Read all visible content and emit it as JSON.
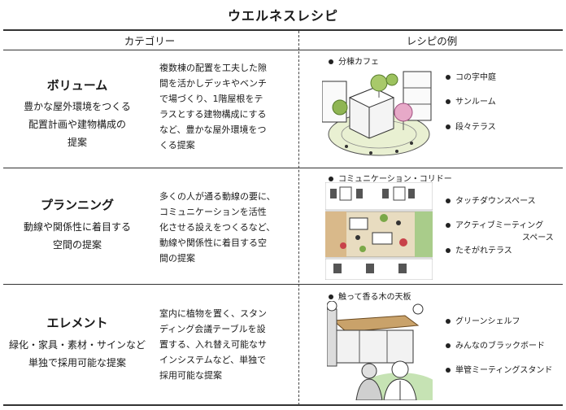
{
  "title": "ウエルネスレシピ",
  "header": {
    "category": "カテゴリー",
    "recipe": "レシピの例"
  },
  "rows": [
    {
      "name": "ボリューム",
      "desc": [
        "豊かな屋外環境をつくる",
        "配置計画や建物構成の",
        "提案"
      ],
      "text": [
        "複数棟の配置を工夫した隙",
        "間を活かしデッキやベンチ",
        "で場づくり、1階屋根をテ",
        "ラスとする建物構成にする",
        "など、豊かな屋外環境をつ",
        "くる提案"
      ],
      "recipe_title": "分棟カフェ",
      "bullets": [
        "コの字中庭",
        "サンルーム",
        "段々テラス"
      ]
    },
    {
      "name": "プランニング",
      "desc": [
        "動線や関係性に着目する",
        "空間の提案"
      ],
      "text": [
        "多くの人が通る動線の要に、",
        "コミュニケーションを活性",
        "化させる設えをつくるなど、",
        "動線や関係性に着目する空",
        "間の提案"
      ],
      "recipe_title": "コミュニケーション・コリドー",
      "bullets": [
        "タッチダウンスペース",
        "アクティブミーティング",
        "スペース",
        "たそがれテラス"
      ]
    },
    {
      "name": "エレメント",
      "desc": [
        "緑化・家具・素材・サインなど",
        "単独で採用可能な提案"
      ],
      "text": [
        "室内に植物を置く、スタン",
        "ディング会議テーブルを設",
        "置する、入れ替え可能なサ",
        "インシステムなど、単独で",
        "採用可能な提案"
      ],
      "recipe_title": "触って香る木の天板",
      "bullets": [
        "グリーンシェルフ",
        "みんなのブラックボード",
        "単管ミーティングスタンド"
      ]
    }
  ]
}
